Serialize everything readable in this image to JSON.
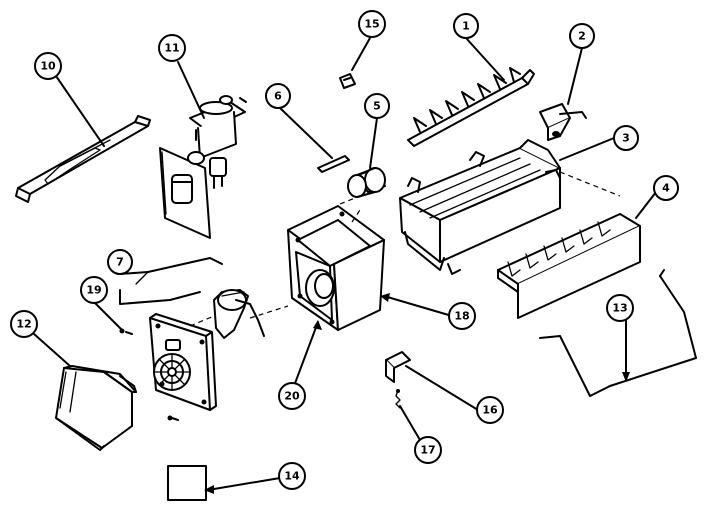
{
  "callouts": [
    {
      "id": "1",
      "label": "1"
    },
    {
      "id": "2",
      "label": "2"
    },
    {
      "id": "3",
      "label": "3"
    },
    {
      "id": "4",
      "label": "4"
    },
    {
      "id": "5",
      "label": "5"
    },
    {
      "id": "6",
      "label": "6"
    },
    {
      "id": "7",
      "label": "7"
    },
    {
      "id": "10",
      "label": "10"
    },
    {
      "id": "11",
      "label": "11"
    },
    {
      "id": "12",
      "label": "12"
    },
    {
      "id": "13",
      "label": "13"
    },
    {
      "id": "14",
      "label": "14"
    },
    {
      "id": "15",
      "label": "15"
    },
    {
      "id": "16",
      "label": "16"
    },
    {
      "id": "17",
      "label": "17"
    },
    {
      "id": "18",
      "label": "18"
    },
    {
      "id": "19",
      "label": "19"
    },
    {
      "id": "20",
      "label": "20"
    }
  ]
}
